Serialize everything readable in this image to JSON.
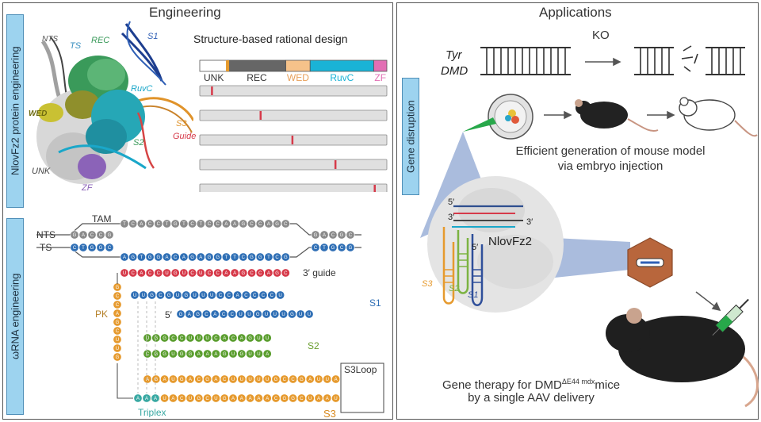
{
  "engineering": {
    "title": "Engineering",
    "protein_label": "NlovFz2 protein engineering",
    "rna_label": "ωRNA engineering",
    "design_title": "Structure-based rational design",
    "structure_tags": {
      "nts": "NTS",
      "ts": "TS",
      "rec": "REC",
      "s1": "S1",
      "ruvc": "RuvC",
      "wed": "WED",
      "s3": "S3",
      "guide": "Guide",
      "s2": "S2",
      "unk": "UNK",
      "zf": "ZF"
    },
    "domains": [
      {
        "label": "UNK",
        "color": "#ffffff",
        "text_color": "#333333"
      },
      {
        "label": "REC",
        "color": "#666666",
        "text_color": "#333333"
      },
      {
        "label": "WED",
        "color": "#f6c28a",
        "text_color": "#e8a05a"
      },
      {
        "label": "RuvC",
        "color": "#1ab3d6",
        "text_color": "#1ab3d6"
      },
      {
        "label": "ZF",
        "color": "#e26fb4",
        "text_color": "#e26fb4"
      }
    ],
    "mutation_positions": [
      0.06,
      0.32,
      0.49,
      0.72,
      0.93
    ],
    "rna": {
      "tam": "TAM",
      "nts": "NTS",
      "ts": "TS",
      "guide": "3′ guide",
      "s1": "S1",
      "s2": "S2",
      "s3": "S3",
      "pk": "PK",
      "triplex": "Triplex",
      "s3loop": "S3Loop",
      "five_prime": "5′",
      "seq_nts_left": "GACCG",
      "seq_tam": "TCACCTGTCTCCAAGCCAGC",
      "seq_nts_right": "GACGC",
      "seq_ts_left": "CTGGC",
      "seq_ts_mid": "AGTGGACAGAGGTTCGGTCG",
      "seq_ts_right": "CTGCG",
      "seq_guide": "UCACCUGUCUCCAAGCCAGC",
      "seq_s1_top": "UUGCGUG UUUC CAC CCCU",
      "seq_s1_bot": "GA GCAC CUUG UUUG UU",
      "seq_s2_top": "UGGCCUUUCACAGUU",
      "seq_s2_bot": "CGGUGGAAAGUGUUA",
      "seq_s3_top": "AGAUGACGACUUUUUGCCGAUUA",
      "seq_s3_bot": "UCUACUGCUGAAAAACGGCUAAU",
      "seq_pk": "GCCAGCUUG",
      "seq_triplex": "AAA"
    }
  },
  "applications": {
    "title": "Applications",
    "side_label": "Gene disruption",
    "ko": "KO",
    "genes": [
      "Tyr",
      "DMD"
    ],
    "caption1": [
      "Efficient generation of mouse model",
      "via embryo injection"
    ],
    "complex_label": "NlovFz2",
    "complex_tags": {
      "five_top": "5′",
      "three_top": "3′",
      "three_right": "3′",
      "five_inner": "5′",
      "s3": "S3",
      "s2": "S2",
      "s1": "S1"
    },
    "caption2_pre": "Gene therapy for DMD",
    "caption2_sup": "ΔE44 mdx",
    "caption2_post": "mice",
    "caption2_line2": "by a single AAV delivery"
  },
  "colors": {
    "blue": "#2f6fb5",
    "red": "#d63a4a",
    "green": "#7cb342",
    "orange": "#e69a2e",
    "gray": "#8a8a8a",
    "cyan": "#2aa6c9",
    "teal": "#3aa9a3",
    "panel_label": "#9dd3ef"
  }
}
